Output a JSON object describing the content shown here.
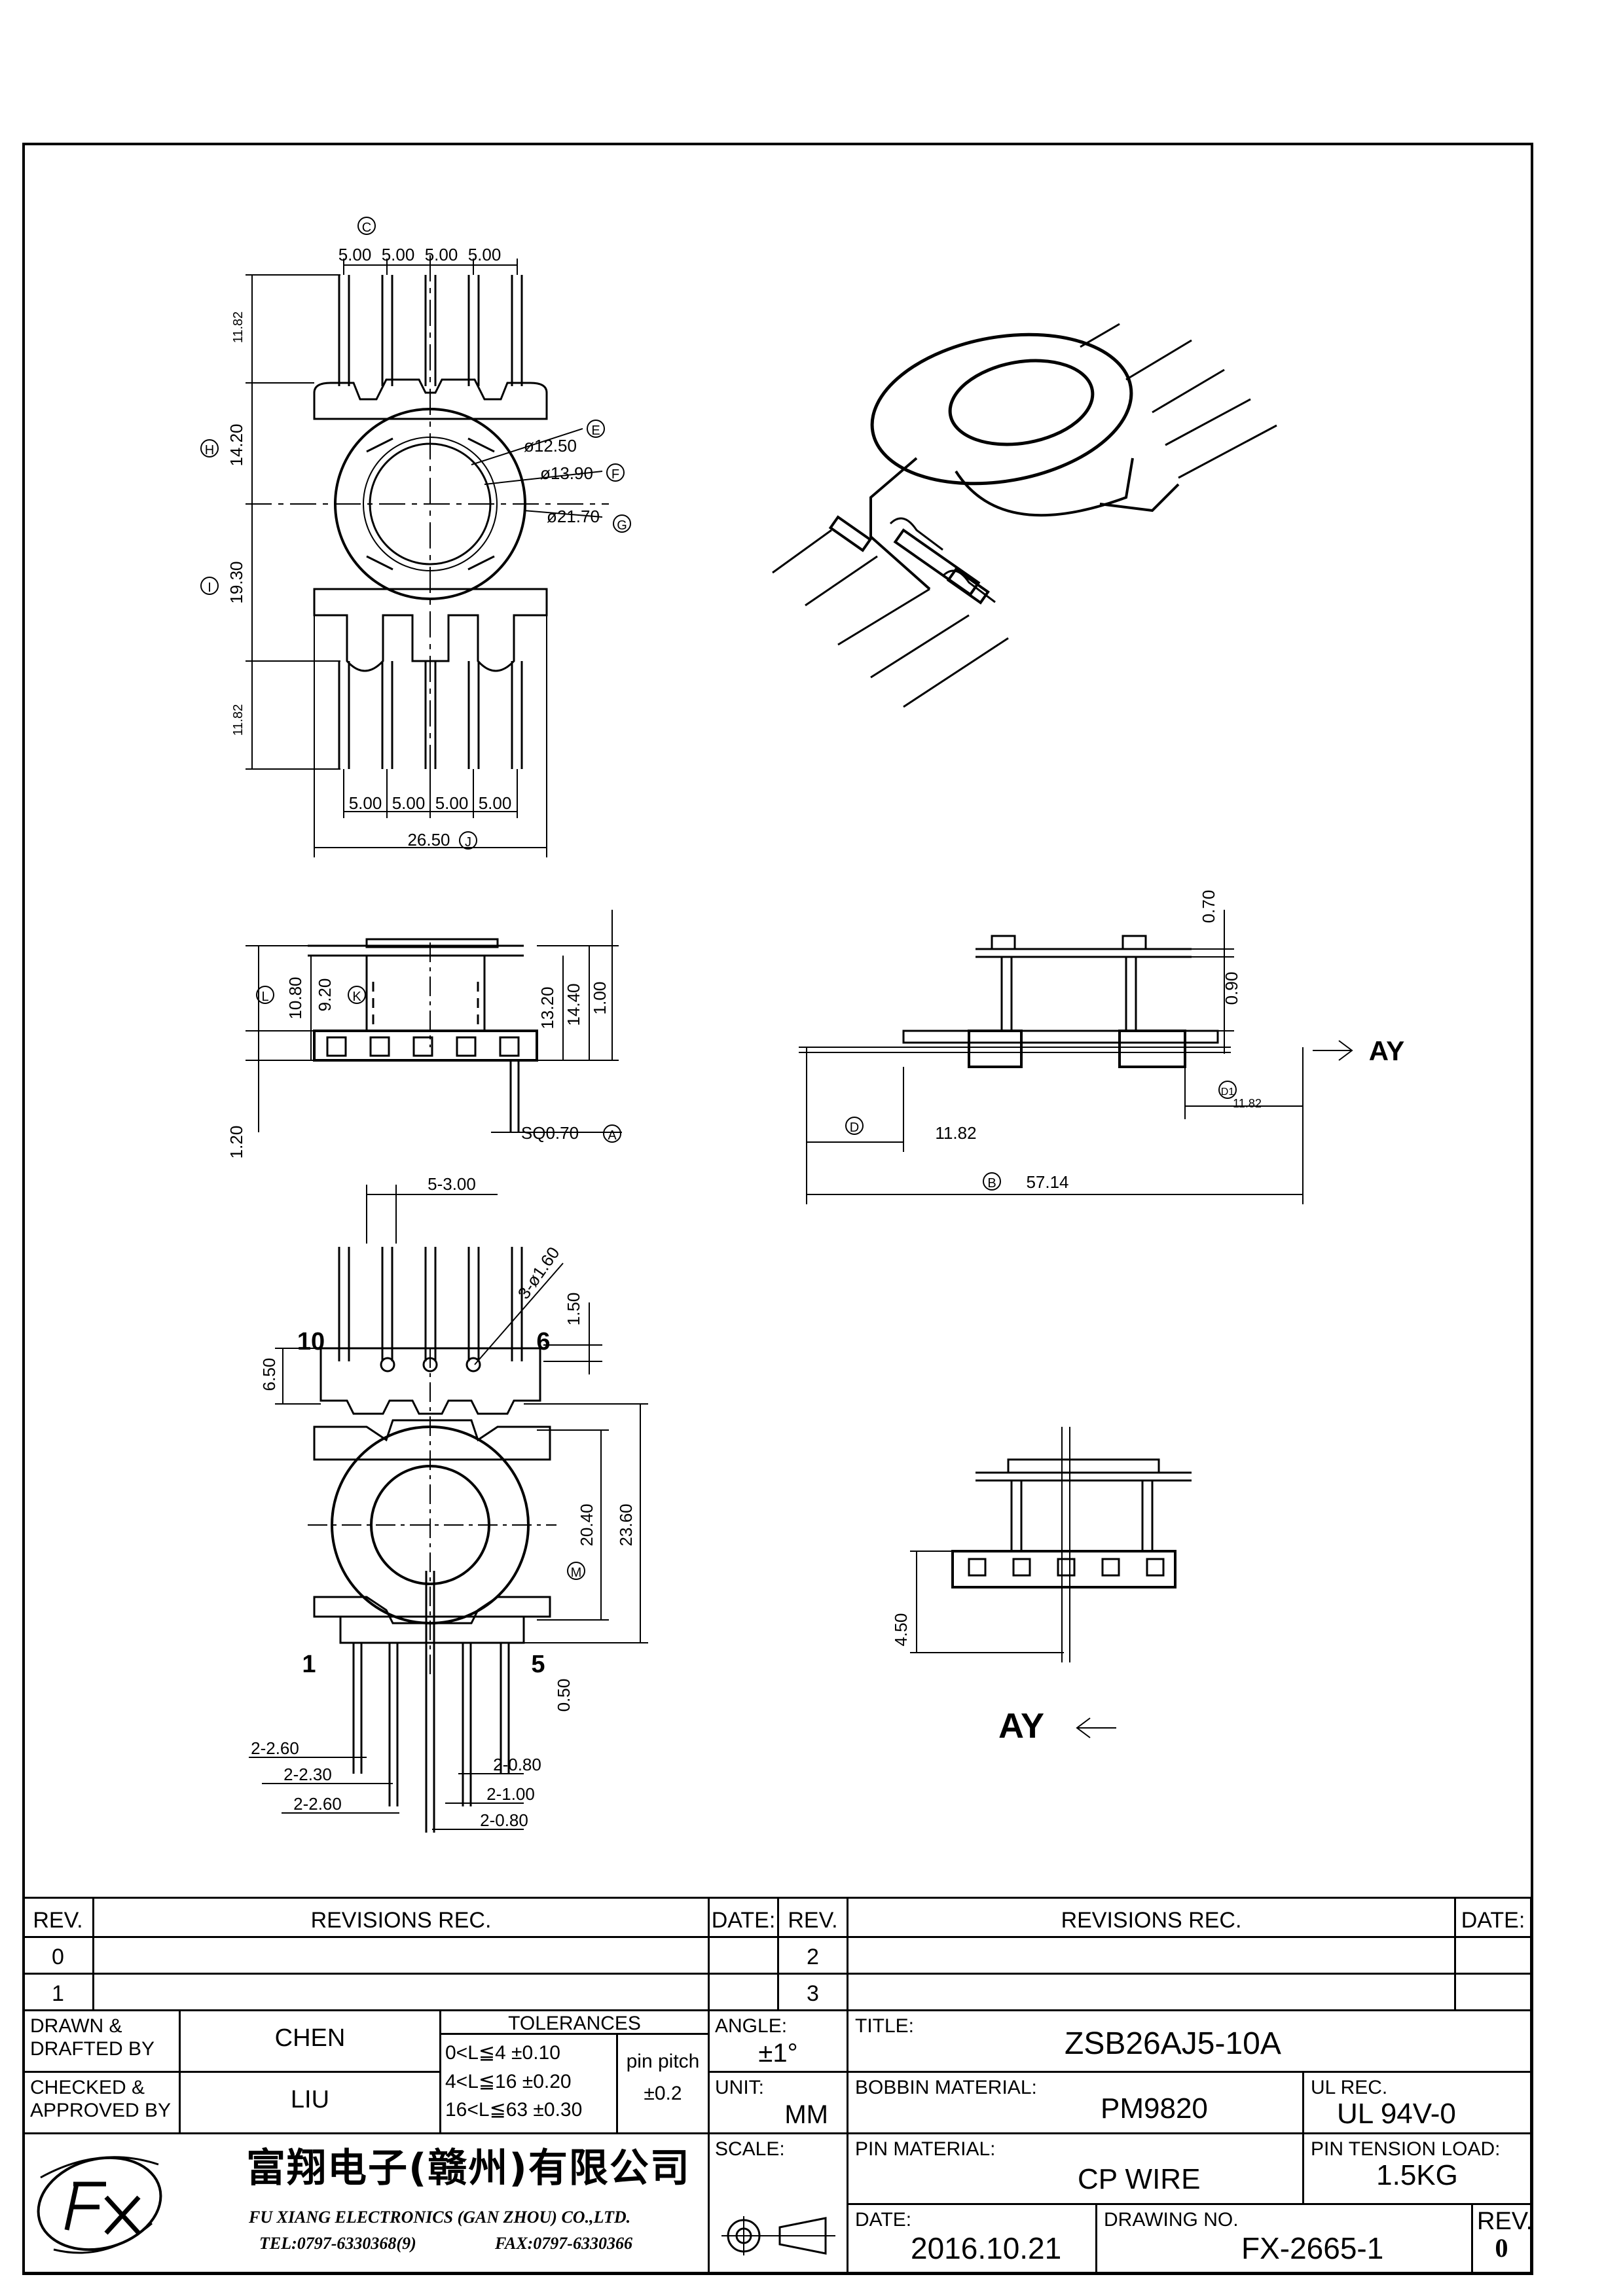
{
  "drawing": {
    "top_view": {
      "label_c": "C",
      "label_e": "E",
      "label_f": "F",
      "label_g": "G",
      "label_h": "H",
      "label_i": "I",
      "label_j": "J",
      "pitch_top": [
        "5.00",
        "5.00",
        "5.00",
        "5.00"
      ],
      "pitch_bottom": [
        "5.00",
        "5.00",
        "5.00",
        "5.00"
      ],
      "pin_top": "11.82",
      "pin_bottom": "11.82",
      "h_dim": "14.20",
      "i_dim": "19.30",
      "d_e": "ø12.50",
      "d_f": "ø13.90",
      "d_g": "ø21.70",
      "width": "26.50"
    },
    "side_view": {
      "label_l": "L",
      "label_k": "K",
      "label_a": "A",
      "l_dim": "10.80",
      "k_dim": "9.20",
      "d1": "13.20",
      "d2": "14.40",
      "d3": "1.00",
      "bottom": "1.20",
      "sq": "SQ0.70"
    },
    "front_view": {
      "label_d": "D",
      "label_b": "B",
      "label_d1": "D1",
      "d070": "0.70",
      "d090": "0.90",
      "d_1182": "11.82",
      "d_d": "11.82",
      "d_b": "57.14",
      "arrow": "AY"
    },
    "bottom_view": {
      "label_m": "M",
      "pitch": "5-3.00",
      "holes": "3-ø1.60",
      "d150": "1.50",
      "d650": "6.50",
      "d2040": "20.40",
      "d2360": "23.60",
      "d050": "0.50",
      "pin1": "1",
      "pin5": "5",
      "pin6": "6",
      "pin10": "10",
      "l260a": "2-2.60",
      "l230": "2-2.30",
      "l260b": "2-2.60",
      "r080a": "2-0.80",
      "r100": "2-1.00",
      "r080b": "2-0.80"
    },
    "ay_view": {
      "d450": "4.50",
      "arrow": "AY"
    }
  },
  "title_block": {
    "rev_hdr": "REV.",
    "revisions_hdr": "REVISIONS    REC.",
    "date_hdr": "DATE:",
    "rev_rows_left": [
      "0",
      "1"
    ],
    "rev_rows_right": [
      "2",
      "3"
    ],
    "drawn_label": "DRAWN &\nDRAFTED BY",
    "drawn_by": "CHEN",
    "checked_label": "CHECKED &\nAPPROVED BY",
    "checked_by": "LIU",
    "tolerances_hdr": "TOLERANCES",
    "tol_rows": [
      "0<L≦4   ±0.10",
      "4<L≦16  ±0.20",
      "16<L≦63  ±0.30"
    ],
    "pin_pitch_label": "pin pitch",
    "pin_pitch_val": "±0.2",
    "angle_label": "ANGLE:",
    "angle_val": "±1°",
    "unit_label": "UNIT:",
    "unit_val": "MM",
    "scale_label": "SCALE:",
    "title_label": "TITLE:",
    "title_val": "ZSB26AJ5-10A",
    "bobbin_label": "BOBBIN MATERIAL:",
    "bobbin_val": "PM9820",
    "ul_label": "UL REC.",
    "ul_val": "UL  94V-0",
    "pin_mat_label": "PIN MATERIAL:",
    "pin_mat_val": "CP  WIRE",
    "tension_label": "PIN TENSION LOAD:",
    "tension_val": "1.5KG",
    "date_label": "DATE:",
    "date_val": "2016.10.21",
    "drawing_no_label": "DRAWING NO.",
    "drawing_no_val": "FX-2665-1",
    "rev_label": "REV.",
    "rev_val": "0",
    "company_cn": "富翔电子(赣州)有限公司",
    "company_en": "FU XIANG ELECTRONICS (GAN ZHOU) CO.,LTD.",
    "tel": "TEL:0797-6330368(9)",
    "fax": "FAX:0797-6330366"
  }
}
